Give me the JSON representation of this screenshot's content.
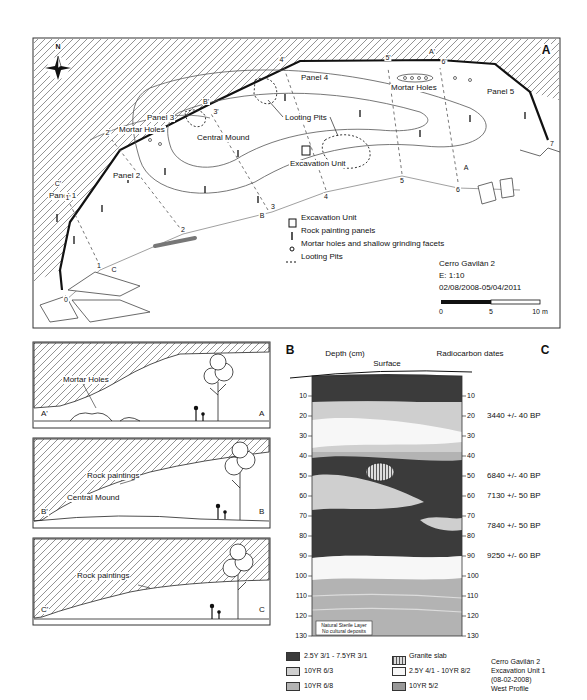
{
  "diagram": {
    "labels": [
      "N",
      "A",
      "Panel 1",
      "Panel 2",
      "Panel 3",
      "Mortar Holes",
      "Central Mound",
      "Looting Pits",
      "Panel 4",
      "Mortar Holes",
      "Panel 5",
      "Excavation Unit",
      "Cerro Gavilán 2",
      "E: 1:10",
      "02/08/2008-05/04/2011",
      "0",
      "5",
      "10 m",
      "0",
      "1",
      "C",
      "2",
      "B",
      "3",
      "4",
      "5",
      "A",
      "6",
      "7",
      "C'",
      "1'",
      "2'",
      "B'",
      "3'",
      "4'",
      "5'",
      "A'",
      "6'",
      "B",
      "Mortar Holes",
      "A'",
      "A",
      "Rock paintings",
      "Central Mound",
      "B'",
      "B",
      "Rock paintings",
      "C'",
      "C",
      "C",
      "Depth (cm)",
      "Radiocarbon dates",
      "Surface",
      "3440 +/- 40 BP",
      "6840 +/- 40 BP",
      "7130 +/- 50 BP",
      "7840 +/- 50 BP",
      "9250 +/- 60 BP",
      "Natural Sterile Layer",
      "No cultural deposits",
      "Cerro Gavilán 2",
      "Excavation Unit 1",
      "(08-02-2008)",
      "West Profile",
      "10",
      "20",
      "30",
      "40",
      "50",
      "60",
      "70",
      "80",
      "90",
      "100",
      "110",
      "120",
      "130",
      "10",
      "20",
      "30",
      "40",
      "50",
      "60",
      "70",
      "80",
      "90",
      "100",
      "110",
      "120",
      "130"
    ],
    "legend": [
      {
        "text": "Excavation Unit"
      },
      {
        "text": "Rock painting panels"
      },
      {
        "text": "Mortar holes and shallow grinding facets"
      },
      {
        "text": "Looting Pits"
      },
      {
        "text": "2.5Y 3/1 - 7.5YR 3/1",
        "color": "#3b3b3b"
      },
      {
        "text": "Granite slab"
      },
      {
        "text": "10YR 6/3",
        "color": "#cfcfcf"
      },
      {
        "text": "2.5Y 4/1 - 10YR 8/2",
        "color": "#f7f7f7"
      },
      {
        "text": "10YR 6/8",
        "color": "#b3b3b3"
      },
      {
        "text": "10YR 5/2",
        "color": "#989898"
      }
    ]
  }
}
